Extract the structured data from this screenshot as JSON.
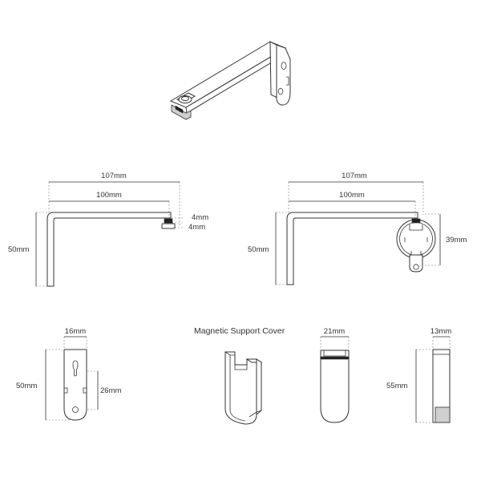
{
  "bracket_a": {
    "width_outer": "107mm",
    "width_inner": "100mm",
    "height": "50mm",
    "pad_top": "4mm",
    "pad_bottom": "4mm"
  },
  "bracket_b": {
    "width_outer": "107mm",
    "width_inner": "100mm",
    "height": "50mm",
    "ring": "39mm"
  },
  "plate": {
    "width": "16mm",
    "height": "50mm",
    "hole_spacing": "26mm"
  },
  "cover": {
    "title": "Magnetic Support Cover",
    "front_width": "21mm",
    "side_width": "13mm",
    "side_height": "55mm"
  }
}
